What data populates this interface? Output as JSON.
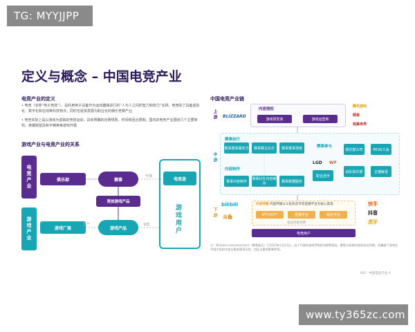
{
  "watermark": {
    "top": "TG: MYYJJPP",
    "bottom": "www.ty365zc.com"
  },
  "title": "定义与概念 – 中国电竞产业",
  "left": {
    "def_heading": "电竞产业的定义",
    "def_p1": "电竞（全称“电子竞技”），是利用电子设备作为运动器械进行的“人与人之间的智力和体力”比拼。电竞除了具备虚拟化、数字化和在线等科技特点，同时也逐渐发展为职业化的娱乐竞赛产业",
    "def_p2": "电竞实际上是以游戏为基础的竞技运动，具有明确的比赛规则、时间和回合限制。国内的电竞产业围绕几个主要架构，英雄联盟及和平精英等游戏开展",
    "rel_heading": "游戏产业与电竞产业的关系",
    "esports_industry": "电竞产业",
    "game_industry": "游戏产业",
    "club": "俱乐部",
    "event": "赛事",
    "comp_product": "竞技游戏产品",
    "publisher": "游戏厂商",
    "game_product": "游戏产品",
    "fans": "电竞迷",
    "players": "游戏用户",
    "lbl_broadcast": "传播",
    "lbl_produce": "生产",
    "lbl_sell": "销售"
  },
  "right": {
    "heading": "中国电竞产业链",
    "upstream": "上游",
    "midstream": "中游",
    "downstream": "下游",
    "content_license": "内容授权",
    "game_dev": "游戏研发商",
    "game_op": "游戏运营商",
    "event_exec": "赛事执行",
    "ev1": "赛事赛事服务方",
    "ev2": "赛事赛主办方",
    "ev3": "赛事赛事场馆",
    "event_part": "赛事参与",
    "content_make": "内容制作",
    "cm1": "赛事内容制作",
    "cm2": "赛事衍生内容制作",
    "cm3": "赛事数据服务",
    "pro_player": "职业选手",
    "club_team": "战队俱乐部",
    "club_co": "俱乐部公司",
    "mcn": "MCN/工会",
    "anchor": "主播解说",
    "content_spread": "内容传播",
    "spread_desc": "内容传播以斗鱼及虎牙等直播平台为核心渠道",
    "live": "直播平台",
    "iptv": "IPTV/OTT",
    "comp": "综合平台",
    "content_consume": "电竞内容消费",
    "esports_user": "电竞用户",
    "logos": {
      "tencent": "腾讯游戏",
      "netease": "网易",
      "perfect": "完美世界",
      "kuaishou": "快手",
      "douyin": "抖音",
      "blizzard": "BLIZZARD",
      "huya": "虎牙",
      "bilibili": "bilibili",
      "douyu": "斗鱼",
      "lgd": "LGD",
      "wf": "WF"
    },
    "footnote": "注：Blizzard entertainment（暴雪娱乐）于2023年1月23日，由于代理的游戏IP授权到期等原因，暴雪与网易的授权协议到期，所属旗下游戏在中国大陆的大部分服务暂停运营，包括主要的赛事等等。",
    "page": "Y&P · 中国电竞行业   4"
  }
}
